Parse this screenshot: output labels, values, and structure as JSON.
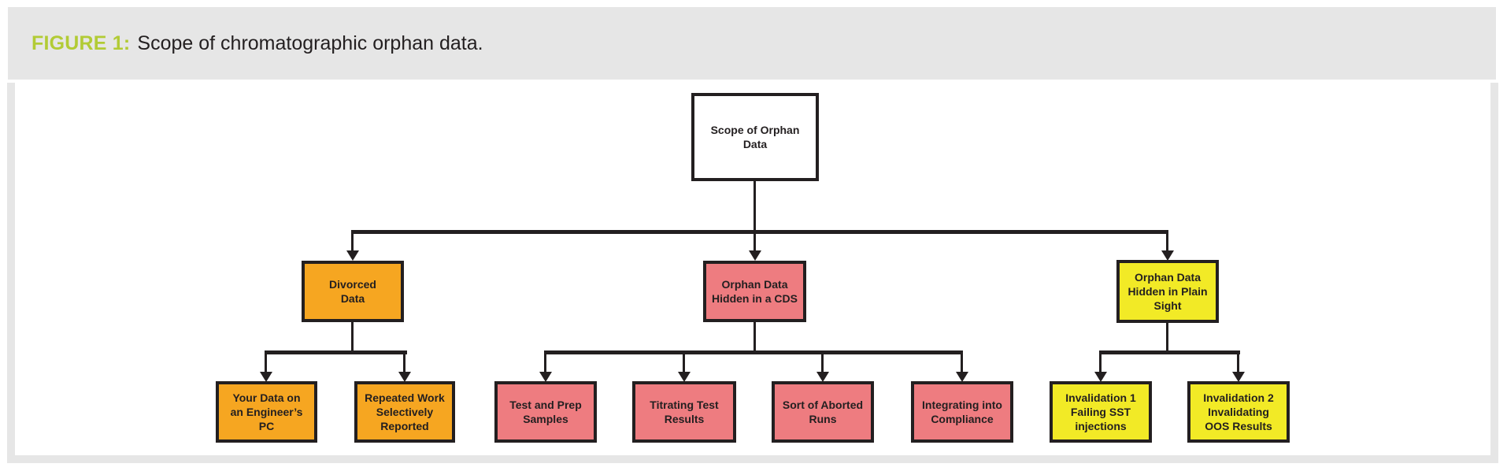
{
  "header": {
    "label": "FIGURE 1:",
    "caption": "Scope of chromatographic orphan data."
  },
  "colors": {
    "accent_green": "#B2CB35",
    "band_gray": "#E6E6E6",
    "line_black": "#231F20",
    "node_orange": "#F6A621",
    "node_pink": "#EE7C80",
    "node_yellow": "#F2EA26",
    "node_white": "#FFFFFF"
  },
  "nodes": {
    "root": {
      "label": "Scope of Orphan\nData",
      "fill": "#FFFFFF"
    },
    "divorced": {
      "label": "Divorced\nData",
      "fill": "#F6A621"
    },
    "cds": {
      "label": "Orphan Data\nHidden in a CDS",
      "fill": "#EE7C80"
    },
    "plain_sight": {
      "label": "Orphan Data\nHidden in Plain\nSight",
      "fill": "#F2EA26"
    },
    "engineers_pc": {
      "label": "Your Data on\nan Engineer’s\nPC",
      "fill": "#F6A621"
    },
    "repeated_work": {
      "label": "Repeated Work\nSelectively\nReported",
      "fill": "#F6A621"
    },
    "test_prep": {
      "label": "Test and Prep\nSamples",
      "fill": "#EE7C80"
    },
    "titrating": {
      "label": "Titrating Test\nResults",
      "fill": "#EE7C80"
    },
    "aborted_runs": {
      "label": "Sort of Aborted\nRuns",
      "fill": "#EE7C80"
    },
    "integrating": {
      "label": "Integrating into\nCompliance",
      "fill": "#EE7C80"
    },
    "invalidation_1": {
      "label": "Invalidation 1\nFailing SST\ninjections",
      "fill": "#F2EA26"
    },
    "invalidation_2": {
      "label": "Invalidation 2\nInvalidating\nOOS Results",
      "fill": "#F2EA26"
    }
  },
  "edges": [
    [
      "root",
      "divorced"
    ],
    [
      "root",
      "cds"
    ],
    [
      "root",
      "plain_sight"
    ],
    [
      "divorced",
      "engineers_pc"
    ],
    [
      "divorced",
      "repeated_work"
    ],
    [
      "cds",
      "test_prep"
    ],
    [
      "cds",
      "titrating"
    ],
    [
      "cds",
      "aborted_runs"
    ],
    [
      "cds",
      "integrating"
    ],
    [
      "plain_sight",
      "invalidation_1"
    ],
    [
      "plain_sight",
      "invalidation_2"
    ]
  ]
}
